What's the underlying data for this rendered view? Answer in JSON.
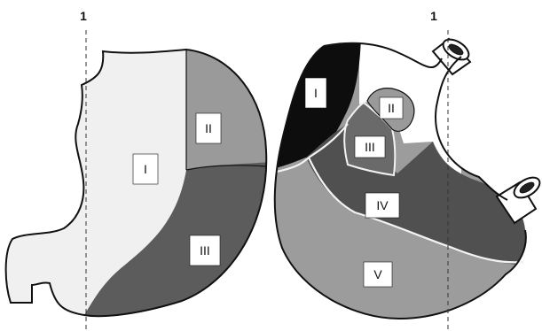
{
  "left_stomach": {
    "cut_marker": "1",
    "regions": [
      {
        "label": "I",
        "color": "#f0f0f0"
      },
      {
        "label": "II",
        "color": "#9a9a9a"
      },
      {
        "label": "III",
        "color": "#5c5c5c"
      }
    ]
  },
  "right_stomach": {
    "cut_marker": "1",
    "regions": [
      {
        "label": "I",
        "color": "#0d0d0d"
      },
      {
        "label": "II",
        "color": "#9a9a9a"
      },
      {
        "label": "III",
        "color": "#6a6a6a"
      },
      {
        "label": "IV",
        "color": "#505050"
      },
      {
        "label": "V",
        "color": "#9c9c9c"
      }
    ]
  }
}
